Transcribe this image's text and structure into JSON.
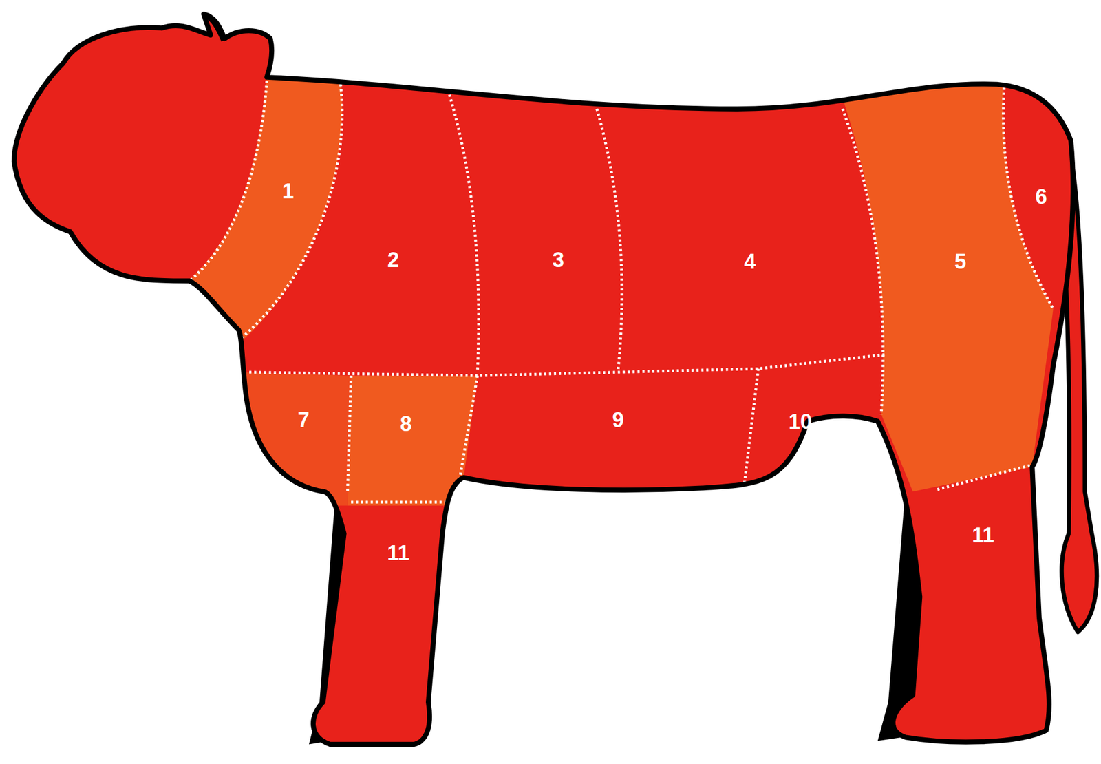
{
  "diagram": {
    "labels": [
      "1",
      "2",
      "3",
      "4",
      "5",
      "6",
      "7",
      "8",
      "9",
      "10",
      "11",
      "11"
    ]
  }
}
